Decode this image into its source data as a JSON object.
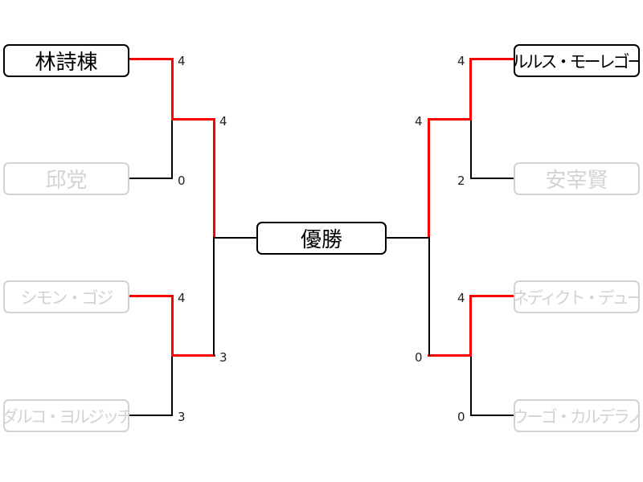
{
  "champion_label": "優勝",
  "players": {
    "p1": "林詩棟",
    "p2": "邱党",
    "p3": "シモン・ゴジ",
    "p4": "ダルコ・ヨルジッチ",
    "p5": "トルルス・モーレゴード",
    "p6": "安宰賢",
    "p7": "ベネディクト・デューダ",
    "p8": "ウーゴ・カルデラノ"
  },
  "scores": {
    "r1_m1_top": "4",
    "r1_m1_bottom": "0",
    "r1_m2_top": "4",
    "r1_m2_bottom": "3",
    "r1_m3_top": "4",
    "r1_m3_bottom": "2",
    "r1_m4_top": "4",
    "r1_m4_bottom": "0",
    "sf_left_top": "4",
    "sf_left_bottom": "3",
    "sf_right_top": "4",
    "sf_right_bottom": "0"
  },
  "colors": {
    "winner_path": "#ff0000",
    "line": "#000000",
    "eliminated": "#d3d3d3"
  }
}
